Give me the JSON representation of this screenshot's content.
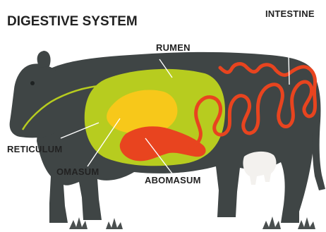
{
  "title": "DIGESTIVE SYSTEM",
  "labels": {
    "intestine": "INTESTINE",
    "rumen": "RUMEN",
    "reticulum": "RETICULUM",
    "omasum": "OMASUM",
    "abomasum": "ABOMASUM"
  },
  "colors": {
    "cow_body": "#3f4545",
    "rumen": "#b7cc1f",
    "omasum": "#f7c81a",
    "abomasum": "#e8441f",
    "intestine": "#e8441f",
    "udder": "#f3f1ee",
    "grass": "#4a4f4f",
    "text": "#222222"
  }
}
